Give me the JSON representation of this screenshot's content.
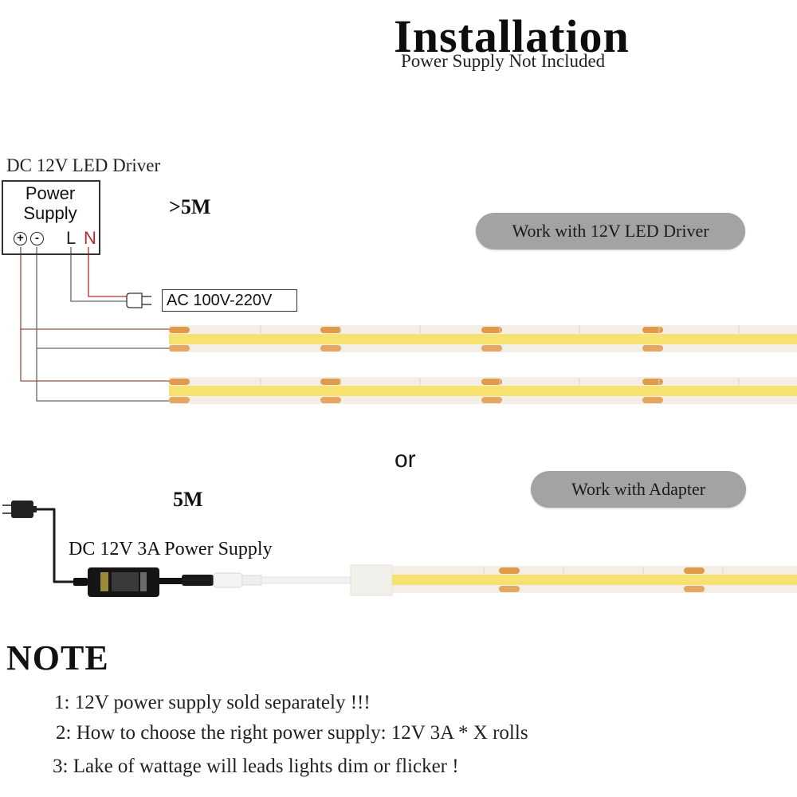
{
  "header": {
    "title": "Installation",
    "subtitle": "Power Supply Not Included"
  },
  "driver_section": {
    "driver_label": "DC 12V LED Driver",
    "power_supply_box": {
      "line1": "Power",
      "line2": "Supply",
      "terminals": {
        "positive": "+",
        "negative": "-",
        "live": "L",
        "neutral": "N"
      }
    },
    "length_label": ">5M",
    "ac_input_label": "AC 100V-220V",
    "badge": "Work with 12V LED Driver",
    "strip_count": 2
  },
  "divider_text": "or",
  "adapter_section": {
    "length_label": "5M",
    "adapter_label": "DC 12V 3A Power Supply",
    "badge": "Work with Adapter",
    "strip_count": 1
  },
  "note": {
    "heading": "NOTE",
    "items": [
      "1: 12V power supply sold separately !!!",
      "2: How to choose the right power supply:  12V 3A * X rolls",
      "3: Lake of wattage will leads lights dim or flicker !"
    ]
  },
  "colors": {
    "badge_bg": "#a4a3a4",
    "neutral_terminal": "#c0272d",
    "strip_body": "#f3efe6",
    "strip_led": "#f7df6a",
    "strip_pad": "#e09a4a",
    "positive_wire": "#9b4a48",
    "negative_wire": "#555555"
  }
}
